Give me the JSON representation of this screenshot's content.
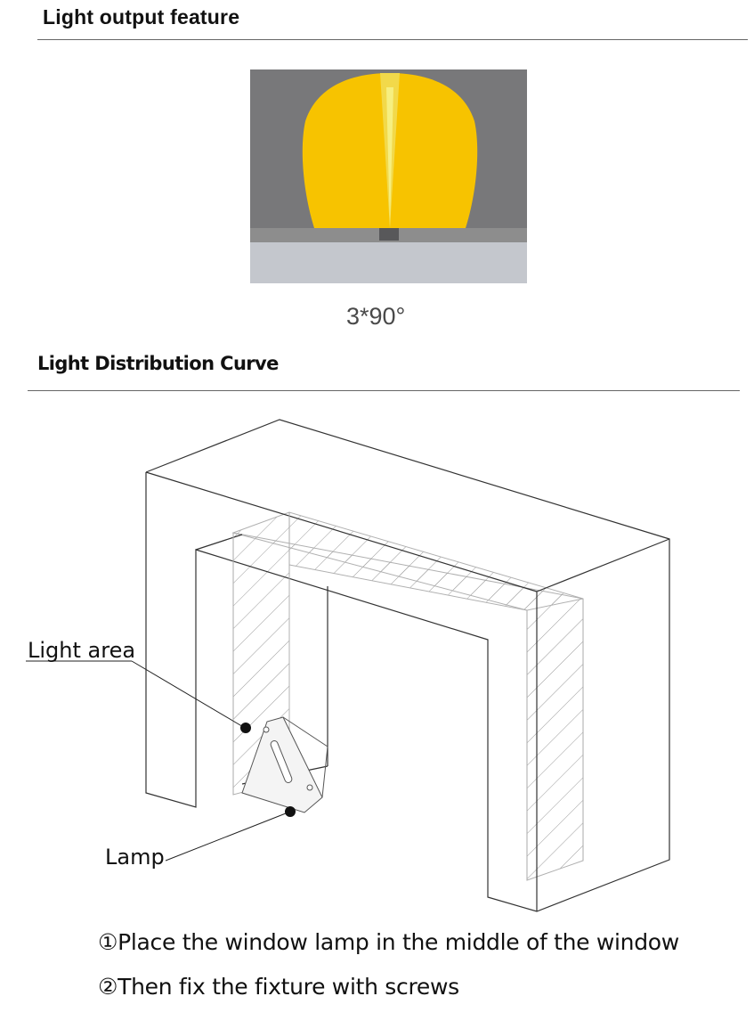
{
  "section1": {
    "title": "Light output feature",
    "beam_angle": "3*90°"
  },
  "section2": {
    "title": "Light Distribution Curve"
  },
  "diagram": {
    "light_area_label": "Light area",
    "lamp_label": "Lamp"
  },
  "steps": [
    "①Place the window lamp in the middle of the window",
    "②Then fix the fixture with screws"
  ],
  "colors": {
    "beam": "#f7c300",
    "backdrop": "#78787a",
    "floor": "#c4c7cd",
    "strip": "#8d8d8d"
  }
}
